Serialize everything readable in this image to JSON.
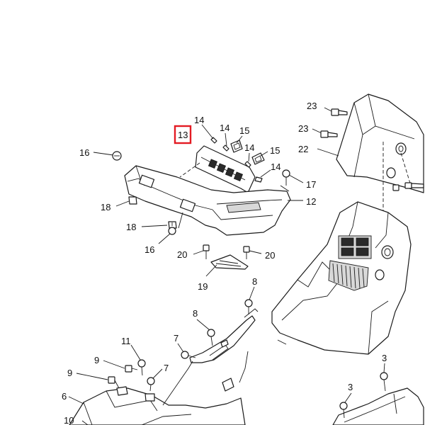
{
  "diagram": {
    "highlight_color": "#e31b23",
    "callouts": {
      "c23a": "23",
      "c23b": "23",
      "c22": "22",
      "c14a": "14",
      "c14b": "14",
      "c13": "13",
      "c15a": "15",
      "c14c": "14",
      "c15b": "15",
      "c14d": "14",
      "c16a": "16",
      "c17": "17",
      "c12": "12",
      "c18a": "18",
      "c18b": "18",
      "c16b": "16",
      "c20a": "20",
      "c20b": "20",
      "c19": "19",
      "c8a": "8",
      "c8b": "8",
      "c7a": "7",
      "c11": "11",
      "c9a": "9",
      "c7b": "7",
      "c9b": "9",
      "c6": "6",
      "c10": "10",
      "c3a": "3",
      "c3b": "3"
    }
  }
}
